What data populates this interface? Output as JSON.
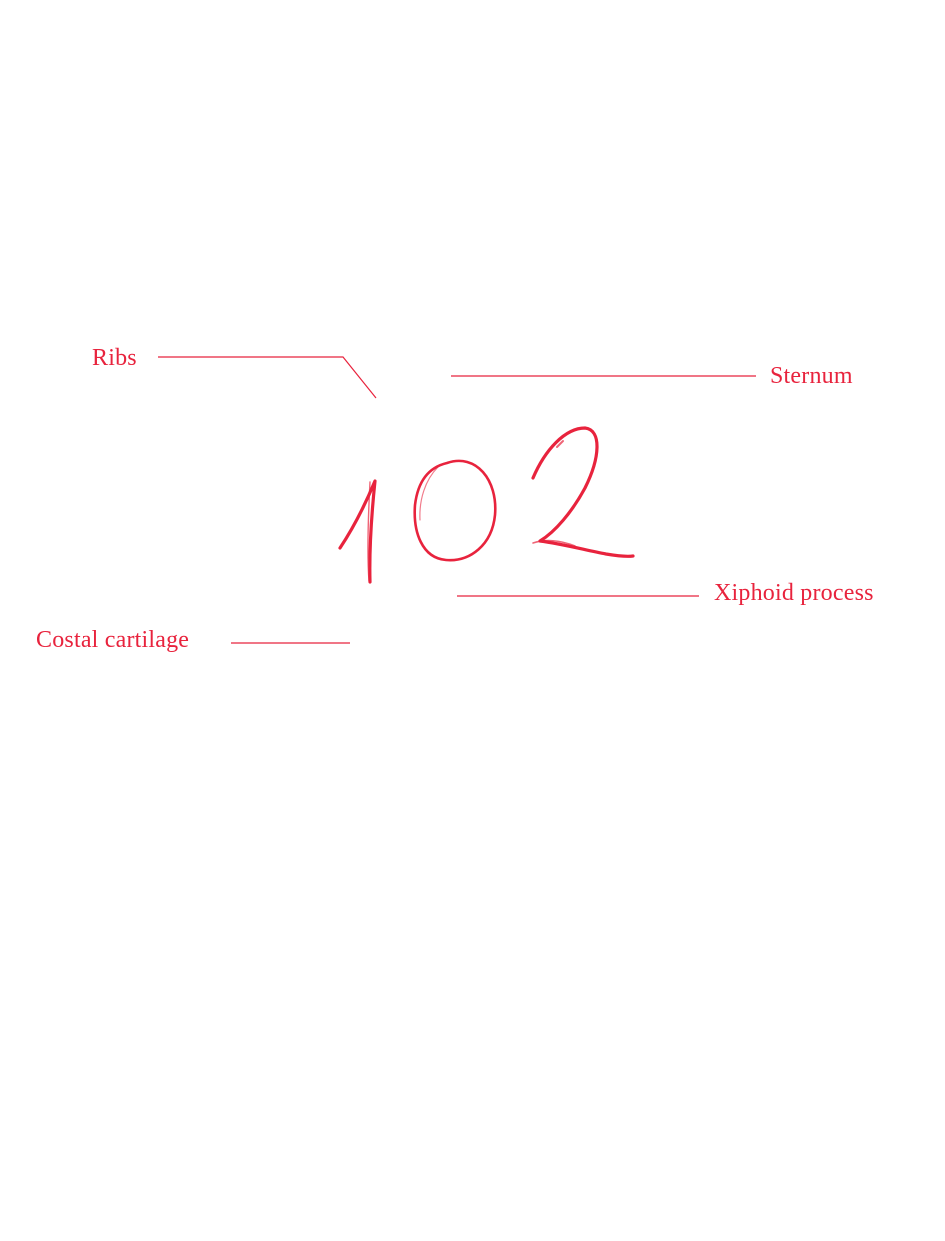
{
  "colors": {
    "accent": "#e8233d",
    "background": "#ffffff"
  },
  "labels": {
    "ribs": "Ribs",
    "sternum": "Sternum",
    "xiphoid_process": "Xiphoid process",
    "costal_cartilage": "Costal cartilage"
  },
  "handwritten_number": "102"
}
